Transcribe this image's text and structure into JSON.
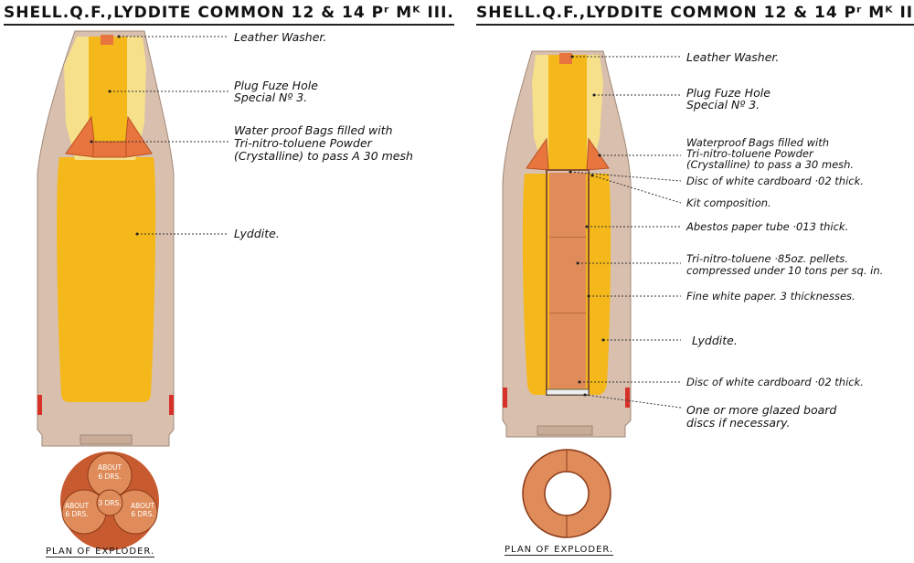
{
  "left": {
    "title": "SHELL.Q.F.,LYDDITE COMMON 12 & 14 Pʳ Mᴷ III.",
    "labels": {
      "washer": "Leather Washer.",
      "fuze1": "Plug Fuze Hole",
      "fuze2": "Special Nº 3.",
      "bags1": "Water proof Bags filled with",
      "bags2": "Tri-nitro-toluene Powder",
      "bags3": "(Crystalline) to pass A 30 mesh",
      "lyddite": "Lyddite."
    },
    "plan_title": "PLAN OF EXPLODER.",
    "exploder": {
      "top": "ABOUT 6 DRS.",
      "center": "3 DRS.",
      "left": "ABOUT 6 DRS.",
      "right": "ABOUT 6 DRS."
    }
  },
  "right": {
    "title": "SHELL.Q.F.,LYDDITE COMMON 12 & 14 Pʳ Mᴷ II.",
    "labels": {
      "washer": "Leather Washer.",
      "fuze1": "Plug Fuze Hole",
      "fuze2": "Special Nº 3.",
      "bags1": "Waterproof Bags filled with",
      "bags2": "Tri-nitro-toluene Powder",
      "bags3": "(Crystalline) to pass a 30 mesh.",
      "disc_top": "Disc of white cardboard ·02 thick.",
      "kit": "Kit composition.",
      "asbestos": "Abestos paper tube ·013 thick.",
      "tnt1": "Tri-nitro-toluene ·85oz. pellets.",
      "tnt2": "compressed under 10 tons per sq. in.",
      "paper": "Fine white paper. 3 thicknesses.",
      "lyddite": "Lyddite.",
      "disc_bottom": "Disc of white cardboard ·02 thick.",
      "glazed1": "One or more glazed board",
      "glazed2": "discs if necessary."
    },
    "plan_title": "PLAN OF EXPLODER."
  },
  "colors": {
    "body": "#d8bfae",
    "lyddite": "#f5b81a",
    "fuze_plug": "#f7e08a",
    "bag": "#e8743e",
    "tnt": "#e08c5a",
    "band": "#d6322a"
  }
}
